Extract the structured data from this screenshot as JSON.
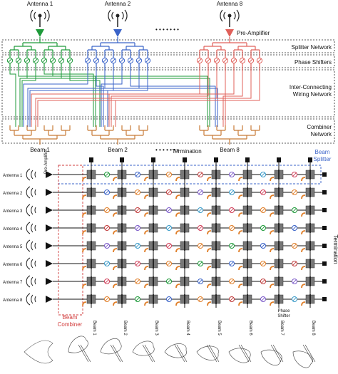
{
  "top": {
    "antennas": [
      "Antenna 1",
      "Antenna 2",
      "Antenna 8"
    ],
    "pre_amplifier": "Pre-Amplifier",
    "ellipsis": "• • • • • • •",
    "sections": {
      "splitter": "Splitter Network",
      "phase": "Phase Shifters",
      "wiring_1": "Inter-Connecting",
      "wiring_2": "Wiring Network",
      "combiner_1": "Combiner",
      "combiner_2": "Network"
    },
    "beams": [
      "Beam 1",
      "Beam 2",
      "Beam 8"
    ],
    "beam_ellipsis": "• • • • • • •",
    "colors": {
      "green": "#1e9a3a",
      "blue": "#3a63c8",
      "red": "#e0605a",
      "orange": "#c87a36"
    }
  },
  "bottom": {
    "termination_top": "Termination",
    "termination_right": "Termination",
    "pre_amplifier": "Pre-Amplifier",
    "beam_splitter_1": "Beam",
    "beam_splitter_2": "Splitter",
    "beam_combiner_1": "Beam",
    "beam_combiner_2": "Combiner",
    "phase_shifter_1": "Phase",
    "phase_shifter_2": "Shifter",
    "antennas": [
      "Antenna 1",
      "Antenna 2",
      "Antenna 3",
      "Antenna 4",
      "Antenna 5",
      "Antenna 6",
      "Antenna 7",
      "Antenna 8"
    ],
    "beams": [
      "Beam 1",
      "Beam 2",
      "Beam 3",
      "Beam 4",
      "Beam 5",
      "Beam 6",
      "Beam 7",
      "Beam 8"
    ]
  }
}
